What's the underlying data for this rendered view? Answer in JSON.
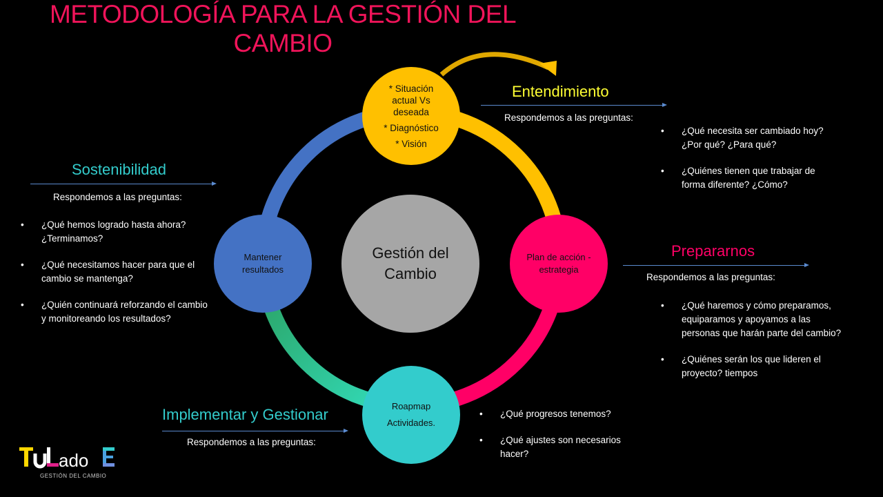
{
  "title": "METODOLOGÍA PARA LA GESTIÓN DEL CAMBIO",
  "center": {
    "line1": "Gestión del",
    "line2": "Cambio"
  },
  "nodes": {
    "top": [
      "* Situación actual Vs deseada",
      "* Diagnóstico",
      "* Visión"
    ],
    "right": "Plan de acción - estrategia",
    "bottom": [
      "Roapmap",
      "Actividades."
    ],
    "left": "Mantener resultados"
  },
  "sections": {
    "entendimiento": {
      "heading": "Entendimiento",
      "sub": "Respondemos a las preguntas:",
      "items": [
        "¿Qué necesita ser cambiado hoy?  ¿Por qué? ¿Para qué?",
        "¿Quiénes tienen que trabajar de forma diferente? ¿Cómo?"
      ]
    },
    "prepararnos": {
      "heading": "Prepararnos",
      "sub": "Respondemos a las preguntas:",
      "items": [
        "¿Qué haremos y cómo preparamos, equiparamos y apoyamos a las personas que harán parte del cambio?",
        "¿Quiénes serán los que lideren el proyecto? tiempos"
      ]
    },
    "implementar": {
      "heading": "Implementar y Gestionar",
      "sub": "Respondemos a las preguntas:",
      "items": [
        "¿Qué progresos tenemos?",
        "¿Qué ajustes son necesarios hacer?"
      ]
    },
    "sostenibilidad": {
      "heading": "Sostenibilidad",
      "sub": "Respondemos a las preguntas:",
      "items": [
        "¿Qué hemos logrado hasta ahora? ¿Terminamos?",
        "¿Qué necesitamos hacer para que el cambio se mantenga?",
        "¿Quién continuará  reforzando el cambio y monitoreando los resultados?"
      ]
    }
  },
  "logo": {
    "text": "TuLadoE",
    "tagline": "GESTIÓN DEL CAMBIO"
  },
  "colors": {
    "title": "#f0145a",
    "yellow": "#ffc000",
    "pink": "#ff0066",
    "blue": "#4472c4",
    "teal": "#33cccc",
    "gray": "#a6a6a6"
  }
}
